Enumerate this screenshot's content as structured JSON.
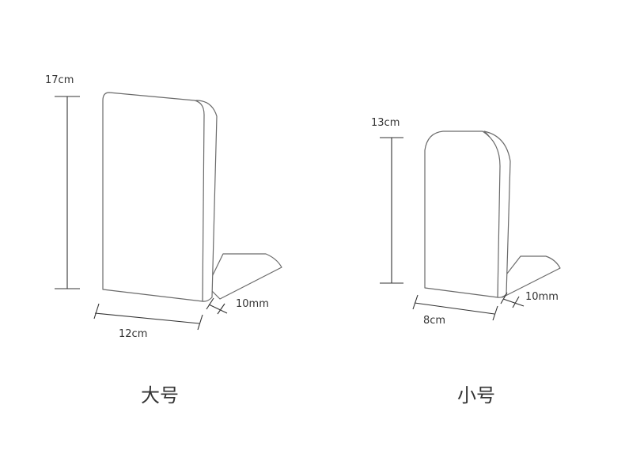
{
  "large": {
    "height_label": "17cm",
    "width_label": "12cm",
    "thickness_label": "10mm",
    "name": "大号"
  },
  "small": {
    "height_label": "13cm",
    "width_label": "8cm",
    "thickness_label": "10mm",
    "name": "小号"
  },
  "colors": {
    "line": "#333333",
    "outline": "#6a6a6a",
    "background": "#ffffff"
  }
}
